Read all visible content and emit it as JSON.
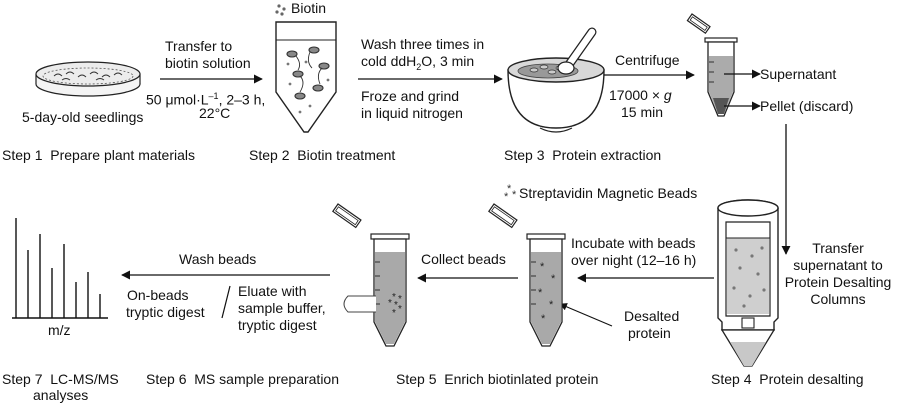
{
  "steps": [
    {
      "number": "Step 1",
      "title": "Prepare plant materials"
    },
    {
      "number": "Step 2",
      "title": "Biotin treatment"
    },
    {
      "number": "Step 3",
      "title": "Protein extraction"
    },
    {
      "number": "Step 4",
      "title": "Protein desalting"
    },
    {
      "number": "Step 5",
      "title": "Enrich biotinlated protein"
    },
    {
      "number": "Step 6",
      "title": "MS sample preparation"
    },
    {
      "number": "Step 7",
      "title": "LC-MS/MS",
      "title_line2": "analyses"
    }
  ],
  "labels": {
    "seedlings": "5-day-old seedlings",
    "biotin": "Biotin",
    "transfer_line1": "Transfer to",
    "transfer_line2": "biotin solution",
    "conc_a": "50 μmol·L",
    "conc_sup": "–1",
    "conc_b": ", 2–3 h,",
    "temp": "22°C",
    "wash_line1": "Wash three times in",
    "wash_line2a": "cold ddH",
    "wash_sub": "2",
    "wash_line2b": "O, 3 min",
    "froze_line1": "Froze and grind",
    "froze_line2": "in liquid nitrogen",
    "centrifuge": "Centrifuge",
    "speed_a": "17000 × ",
    "speed_g": "g",
    "duration": "15 min",
    "supernatant": "Supernatant",
    "pellet": "Pellet (discard)",
    "transfer_sup_1": "Transfer",
    "transfer_sup_2": "supernatant to",
    "transfer_sup_3": "Protein Desalting",
    "transfer_sup_4": "Columns",
    "streptavidin": "Streptavidin Magnetic Beads",
    "incubate_1": "Incubate with beads",
    "incubate_2": "over night (12–16 h)",
    "desalted_1": "Desalted",
    "desalted_2": "protein",
    "collect": "Collect  beads",
    "wash_beads": "Wash  beads",
    "onbeads_1": "On-beads",
    "onbeads_2": "tryptic digest",
    "eluate_1": "Eluate with",
    "eluate_2": "sample buffer,",
    "eluate_3": "tryptic digest",
    "mz": "m/z"
  },
  "icons": [
    "petri-dish-icon",
    "biotin-dots-icon",
    "biotin-tube-icon",
    "mortar-pestle-icon",
    "centrifuge-tube-icon",
    "desalting-column-icon",
    "bead-tube-icon",
    "eluate-tube-icon",
    "mass-spectrum-icon"
  ]
}
